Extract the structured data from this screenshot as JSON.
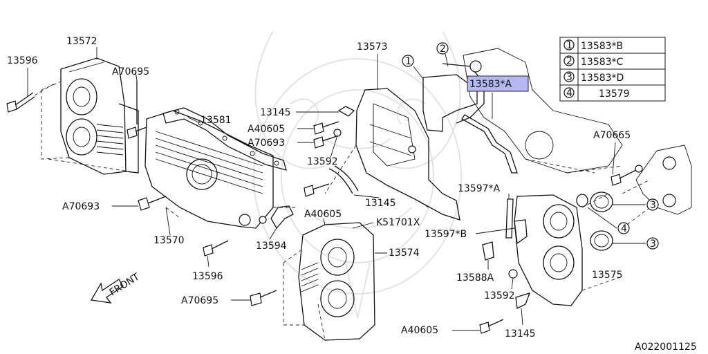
{
  "diagram": {
    "ref_code": "A022001125",
    "front_label": "FRONT",
    "highlighted_part": "13583*A",
    "legend": [
      {
        "num": "1",
        "part": "13583*B"
      },
      {
        "num": "2",
        "part": "13583*C"
      },
      {
        "num": "3",
        "part": "13583*D"
      },
      {
        "num": "4",
        "part": "13579"
      }
    ],
    "labels": {
      "p13572": "13572",
      "p13596a": "13596",
      "pA70695a": "A70695",
      "p13581": "13581",
      "p13145a": "13145",
      "pA40605a": "A40605",
      "pA70693a": "A70693",
      "p13592a": "13592",
      "p13573": "13573",
      "c1": "1",
      "c2": "2",
      "p13145b": "13145",
      "pA70693b": "A70693",
      "p13570": "13570",
      "pA40605b": "A40605",
      "pK51701X": "K51701X",
      "p13594": "13594",
      "p13574": "13574",
      "p13596b": "13596",
      "pA70695b": "A70695",
      "p13597A": "13597*A",
      "p13597B": "13597*B",
      "p13588A": "13588A",
      "p13592b": "13592",
      "p13145c": "13145",
      "pA40605c": "A40605",
      "p13575": "13575",
      "pA70665": "A70665",
      "c3a": "3",
      "c4": "4",
      "c3b": "3"
    }
  }
}
